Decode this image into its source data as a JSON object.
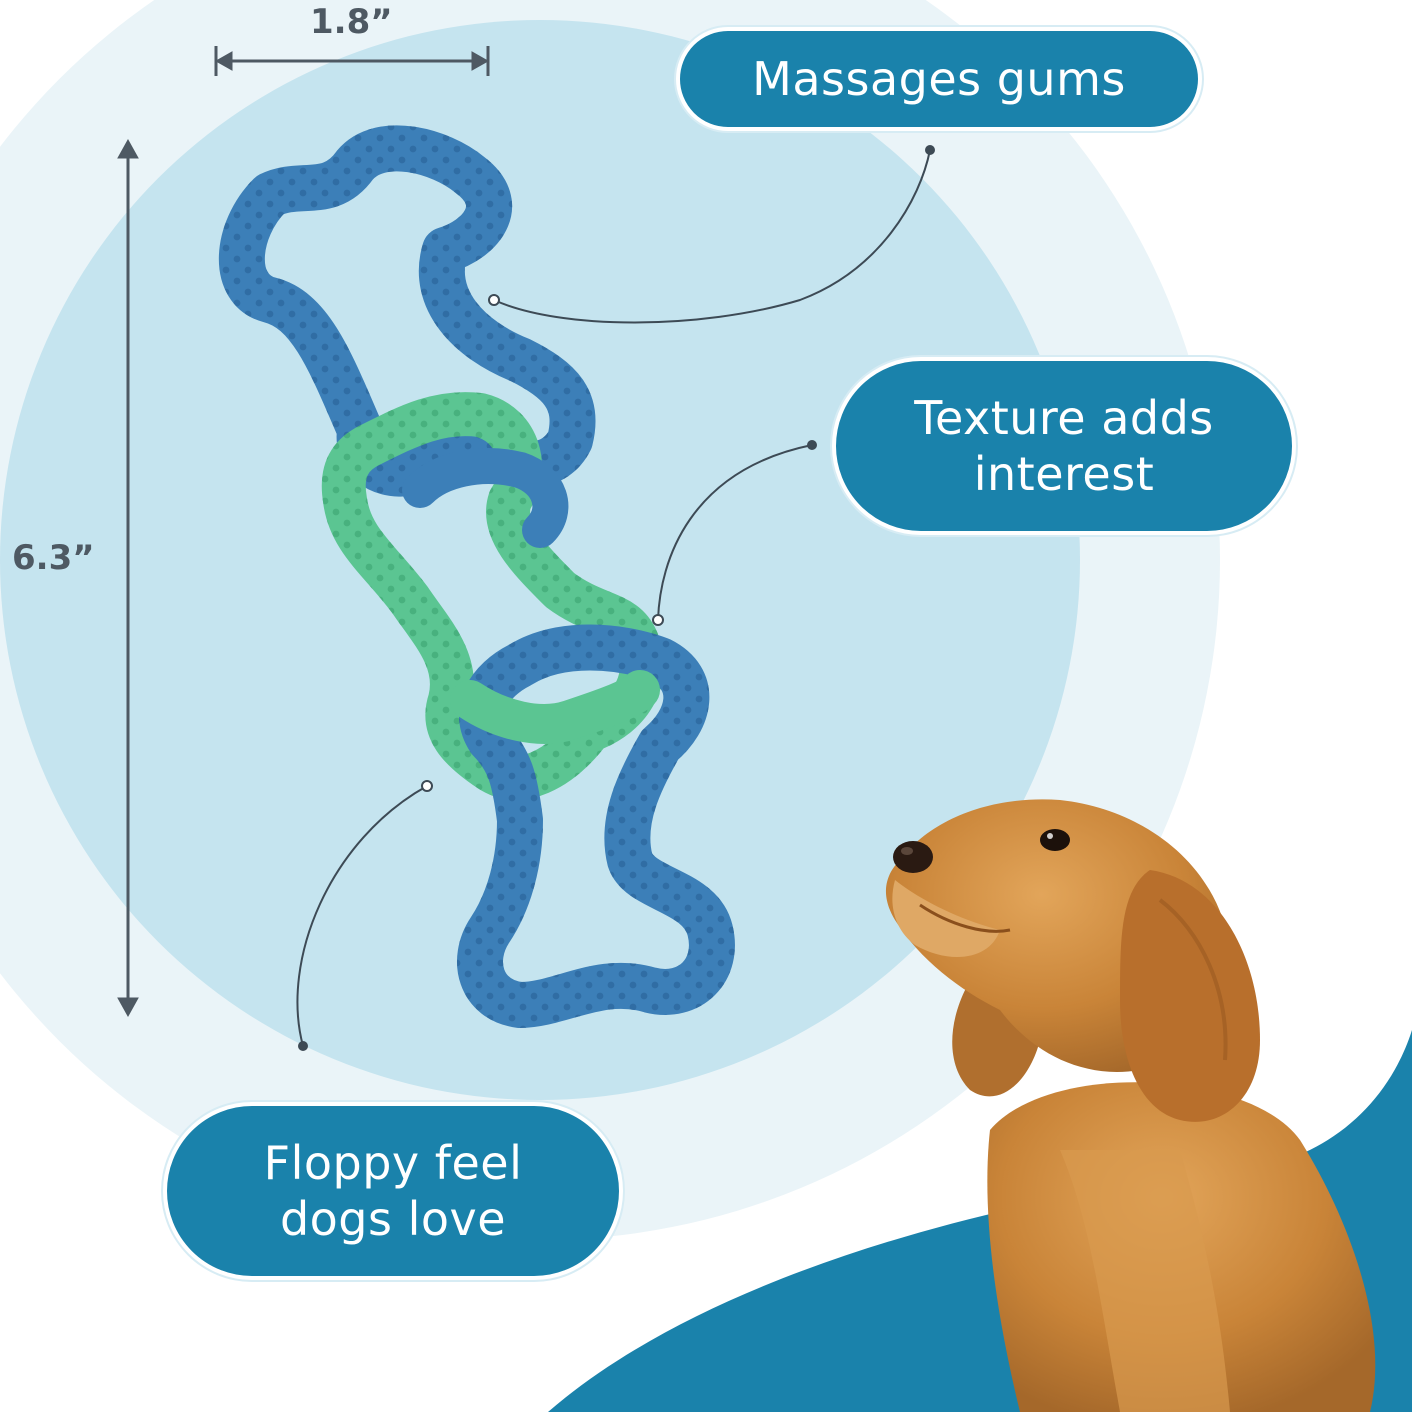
{
  "dimensions": {
    "width_label": "1.8”",
    "height_label": "6.3”"
  },
  "callouts": {
    "massages": {
      "text": "Massages gums"
    },
    "texture": {
      "line1": "Texture adds",
      "line2": "interest"
    },
    "floppy": {
      "line1": "Floppy feel",
      "line2": "dogs love"
    }
  },
  "colors": {
    "accent_blue": "#1a82ab",
    "circle_light": "#c5e4ef",
    "circle_pale": "#eaf4f8",
    "toy_blue": "#3c7fb8",
    "toy_green": "#5bc592",
    "dog_fur": "#c98438",
    "dimension_gray": "#4e5963"
  },
  "images": {
    "toy": "bone-chain-toy-picture",
    "dog": "puppy-picture"
  }
}
